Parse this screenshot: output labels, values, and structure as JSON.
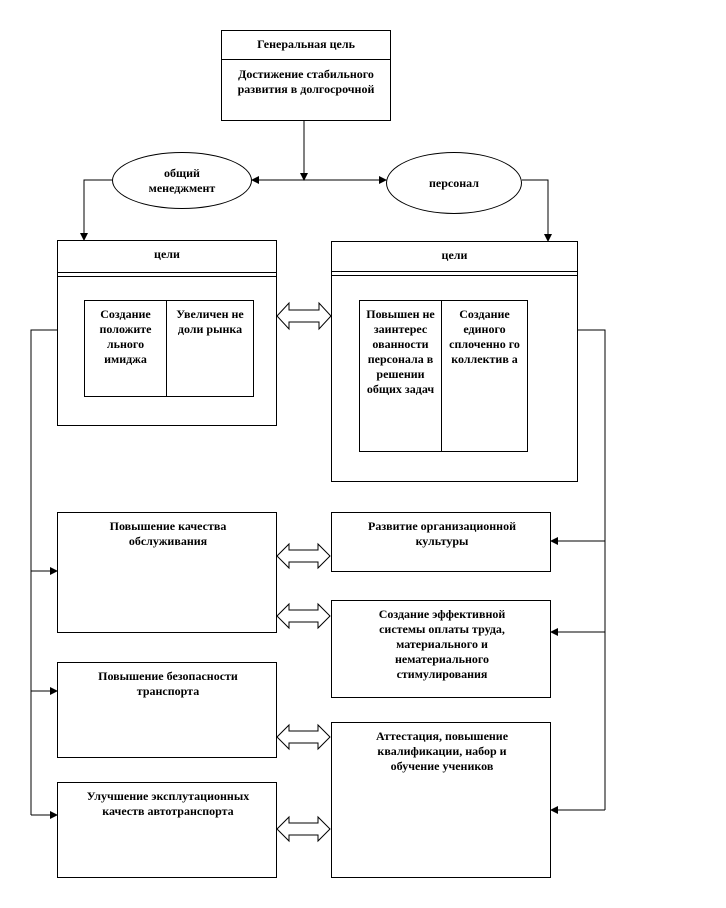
{
  "general_goal": {
    "header": "Генеральная цель",
    "text": "Достижение стабильного развития в долгосрочной"
  },
  "left_branch": {
    "ellipse": "общий менеджмент",
    "goals_title": "цели",
    "sub_left": "Создание положите льного имиджа",
    "sub_right": "Увеличен не доли рынка"
  },
  "right_branch": {
    "ellipse": "персонал",
    "goals_title": "цели",
    "sub_left": "Повышен не заинтерес ованности персонала в решении общих задач",
    "sub_right": "Создание единого сплоченно го коллектив а"
  },
  "left_tasks": [
    "Повышение качества обслуживания",
    "Повышение безопасности транспорта",
    "Улучшение эксплутационных качеств автотранспорта"
  ],
  "right_tasks": [
    "Развитие организационной культуры",
    "Создание эффективной системы оплаты труда, материального и нематериального стимулирования",
    "Аттестация, повышение квалификации, набор и обучение учеников"
  ]
}
